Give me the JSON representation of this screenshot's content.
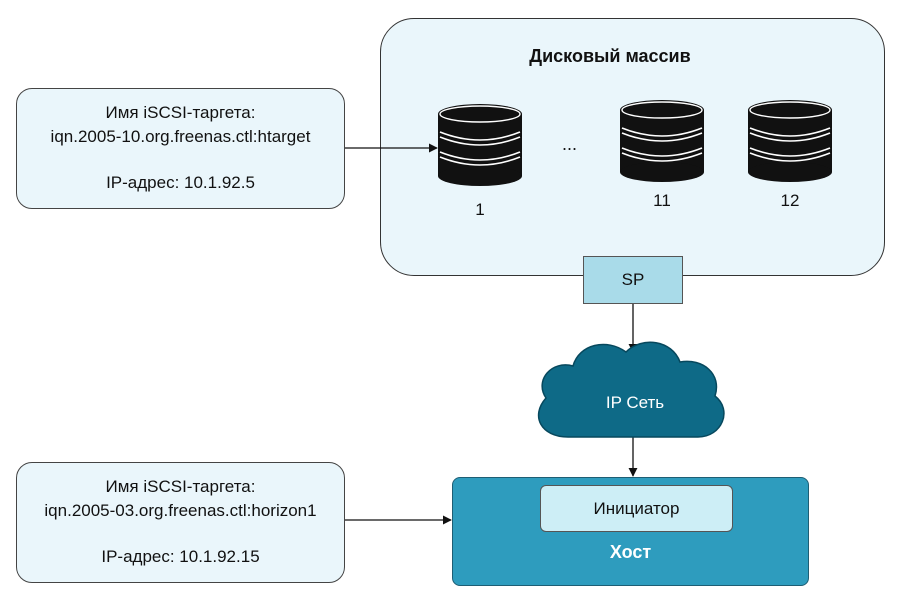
{
  "target_top": {
    "line1": "Имя  iSCSI-таргета:",
    "line2": "iqn.2005-10.org.freenas.ctl:htarget",
    "line3": "IP-адрес: 10.1.92.5"
  },
  "target_bottom": {
    "line1": "Имя  iSCSI-таргета:",
    "line2": "iqn.2005-03.org.freenas.ctl:horizon1",
    "line3": "IP-адрес: 10.1.92.15"
  },
  "array": {
    "title": "Дисковый массив",
    "ellipsis": "...",
    "disks": [
      "1",
      "11",
      "12"
    ]
  },
  "sp": "SP",
  "network": "IP Сеть",
  "host": {
    "label": "Хост",
    "initiator": "Инициатор"
  },
  "colors": {
    "panel": "#eaf6fb",
    "sp": "#a9dbe9",
    "cloud": "#0e6a87",
    "host": "#2e9cbe",
    "initiator": "#cdeef6"
  }
}
